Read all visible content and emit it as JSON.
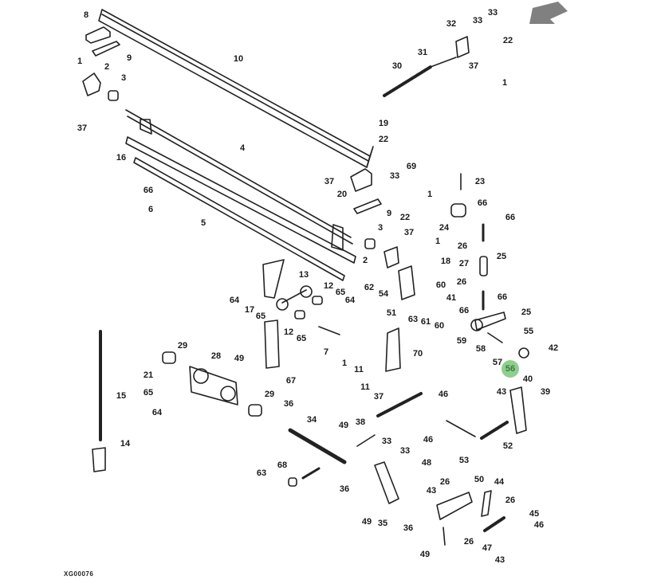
{
  "diagram": {
    "figure_code": "XG00076",
    "highlighted_callout": "56",
    "highlight_color": "#8fce8f",
    "arrow_color": "#808080",
    "callouts": [
      {
        "id": "c8",
        "text": "8"
      },
      {
        "id": "c9a",
        "text": "9"
      },
      {
        "id": "c10",
        "text": "10"
      },
      {
        "id": "c1a",
        "text": "1"
      },
      {
        "id": "c2a",
        "text": "2"
      },
      {
        "id": "c3a",
        "text": "3"
      },
      {
        "id": "c37a",
        "text": "37"
      },
      {
        "id": "c16",
        "text": "16"
      },
      {
        "id": "c4",
        "text": "4"
      },
      {
        "id": "c66a",
        "text": "66"
      },
      {
        "id": "c6",
        "text": "6"
      },
      {
        "id": "c5",
        "text": "5"
      },
      {
        "id": "c32",
        "text": "32"
      },
      {
        "id": "c33a",
        "text": "33"
      },
      {
        "id": "c33b",
        "text": "33"
      },
      {
        "id": "c22a",
        "text": "22"
      },
      {
        "id": "c31",
        "text": "31"
      },
      {
        "id": "c30",
        "text": "30"
      },
      {
        "id": "c37b",
        "text": "37"
      },
      {
        "id": "c1b",
        "text": "1"
      },
      {
        "id": "c19",
        "text": "19"
      },
      {
        "id": "c22b",
        "text": "22"
      },
      {
        "id": "c69",
        "text": "69"
      },
      {
        "id": "c33c",
        "text": "33"
      },
      {
        "id": "c37c",
        "text": "37"
      },
      {
        "id": "c20",
        "text": "20"
      },
      {
        "id": "c1c",
        "text": "1"
      },
      {
        "id": "c9b",
        "text": "9"
      },
      {
        "id": "c22c",
        "text": "22"
      },
      {
        "id": "c23",
        "text": "23"
      },
      {
        "id": "c24",
        "text": "24"
      },
      {
        "id": "c66b",
        "text": "66"
      },
      {
        "id": "c66c",
        "text": "66"
      },
      {
        "id": "c26a",
        "text": "26"
      },
      {
        "id": "c25a",
        "text": "25"
      },
      {
        "id": "c27",
        "text": "27"
      },
      {
        "id": "c26b",
        "text": "26"
      },
      {
        "id": "c41",
        "text": "41"
      },
      {
        "id": "c66d",
        "text": "66"
      },
      {
        "id": "c66e",
        "text": "66"
      },
      {
        "id": "c25b",
        "text": "25"
      },
      {
        "id": "c3b",
        "text": "3"
      },
      {
        "id": "c37d",
        "text": "37"
      },
      {
        "id": "c2b",
        "text": "2"
      },
      {
        "id": "c1d",
        "text": "1"
      },
      {
        "id": "c18",
        "text": "18"
      },
      {
        "id": "c62",
        "text": "62"
      },
      {
        "id": "c54",
        "text": "54"
      },
      {
        "id": "c60a",
        "text": "60"
      },
      {
        "id": "c51",
        "text": "51"
      },
      {
        "id": "c63a",
        "text": "63"
      },
      {
        "id": "c61",
        "text": "61"
      },
      {
        "id": "c60b",
        "text": "60"
      },
      {
        "id": "c59",
        "text": "59"
      },
      {
        "id": "c58",
        "text": "58"
      },
      {
        "id": "c55",
        "text": "55"
      },
      {
        "id": "c57",
        "text": "57"
      },
      {
        "id": "c42",
        "text": "42"
      },
      {
        "id": "c13",
        "text": "13"
      },
      {
        "id": "c64a",
        "text": "64"
      },
      {
        "id": "c17",
        "text": "17"
      },
      {
        "id": "c65a",
        "text": "65"
      },
      {
        "id": "c12a",
        "text": "12"
      },
      {
        "id": "c65b",
        "text": "65"
      },
      {
        "id": "c64b",
        "text": "64"
      },
      {
        "id": "c12b",
        "text": "12"
      },
      {
        "id": "c65c",
        "text": "65"
      },
      {
        "id": "c7",
        "text": "7"
      },
      {
        "id": "c29a",
        "text": "29"
      },
      {
        "id": "c28",
        "text": "28"
      },
      {
        "id": "c49a",
        "text": "49"
      },
      {
        "id": "c21",
        "text": "21"
      },
      {
        "id": "c65d",
        "text": "65"
      },
      {
        "id": "c64c",
        "text": "64"
      },
      {
        "id": "c67",
        "text": "67"
      },
      {
        "id": "c29b",
        "text": "29"
      },
      {
        "id": "c36a",
        "text": "36"
      },
      {
        "id": "c15",
        "text": "15"
      },
      {
        "id": "c14",
        "text": "14"
      },
      {
        "id": "c70",
        "text": "70"
      },
      {
        "id": "c1e",
        "text": "1"
      },
      {
        "id": "c11a",
        "text": "11"
      },
      {
        "id": "c11b",
        "text": "11"
      },
      {
        "id": "c37e",
        "text": "37"
      },
      {
        "id": "c46a",
        "text": "46"
      },
      {
        "id": "c46b",
        "text": "46"
      },
      {
        "id": "c53",
        "text": "53"
      },
      {
        "id": "c40",
        "text": "40"
      },
      {
        "id": "c43a",
        "text": "43"
      },
      {
        "id": "c39",
        "text": "39"
      },
      {
        "id": "c52",
        "text": "52"
      },
      {
        "id": "c34",
        "text": "34"
      },
      {
        "id": "c49b",
        "text": "49"
      },
      {
        "id": "c38",
        "text": "38"
      },
      {
        "id": "c33d",
        "text": "33"
      },
      {
        "id": "c33e",
        "text": "33"
      },
      {
        "id": "c48",
        "text": "48"
      },
      {
        "id": "c68",
        "text": "68"
      },
      {
        "id": "c63b",
        "text": "63"
      },
      {
        "id": "c36b",
        "text": "36"
      },
      {
        "id": "c49c",
        "text": "49"
      },
      {
        "id": "c35",
        "text": "35"
      },
      {
        "id": "c36c",
        "text": "36"
      },
      {
        "id": "c43b",
        "text": "43"
      },
      {
        "id": "c26c",
        "text": "26"
      },
      {
        "id": "c50",
        "text": "50"
      },
      {
        "id": "c44",
        "text": "44"
      },
      {
        "id": "c26d",
        "text": "26"
      },
      {
        "id": "c45",
        "text": "45"
      },
      {
        "id": "c46c",
        "text": "46"
      },
      {
        "id": "c26e",
        "text": "26"
      },
      {
        "id": "c47",
        "text": "47"
      },
      {
        "id": "c43c",
        "text": "43"
      },
      {
        "id": "c49d",
        "text": "49"
      }
    ]
  }
}
